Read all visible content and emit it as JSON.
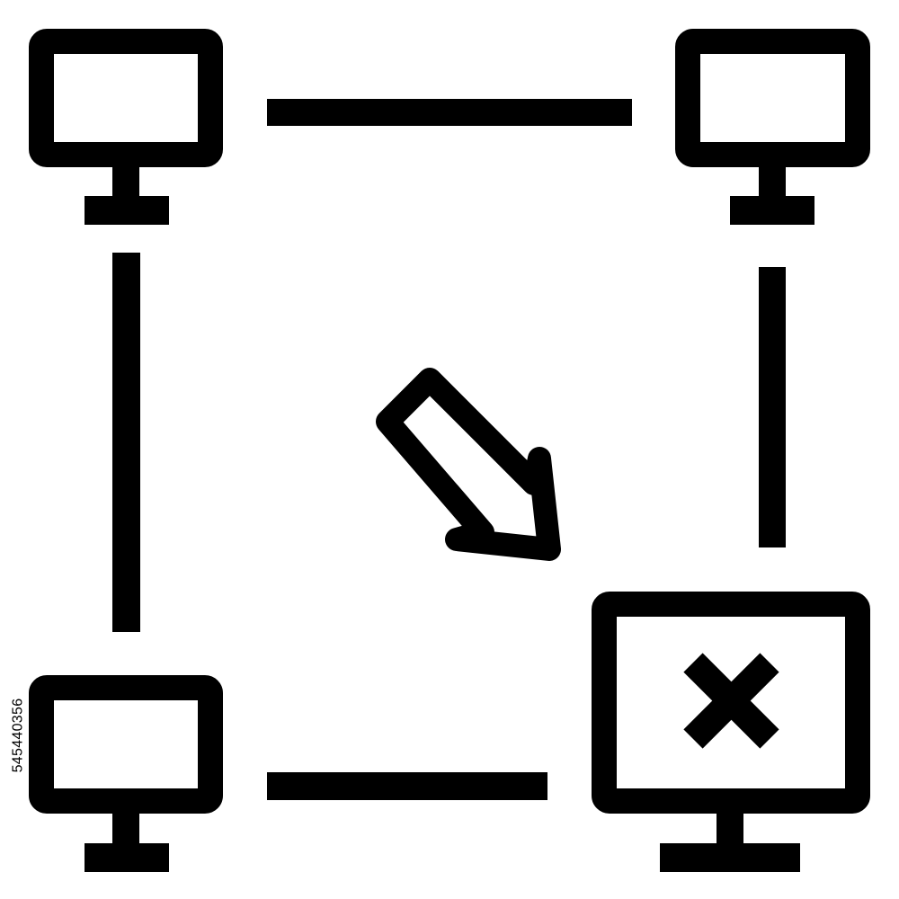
{
  "icon": {
    "name": "network-computer-failure-icon",
    "stroke_color": "#000000",
    "fill_color": "#ffffff",
    "background": "#ffffff",
    "nodes": [
      {
        "name": "computer-top-left",
        "icon": "monitor-icon",
        "status": "ok"
      },
      {
        "name": "computer-top-right",
        "icon": "monitor-icon",
        "status": "ok"
      },
      {
        "name": "computer-bottom-left",
        "icon": "monitor-icon",
        "status": "ok"
      },
      {
        "name": "computer-bottom-right",
        "icon": "monitor-error-icon",
        "status": "error"
      }
    ],
    "links": [
      "top",
      "left",
      "right",
      "bottom"
    ],
    "arrow": {
      "icon": "arrow-down-right-icon",
      "direction": "down-right"
    }
  },
  "watermark": {
    "stock_id": "545440356"
  }
}
